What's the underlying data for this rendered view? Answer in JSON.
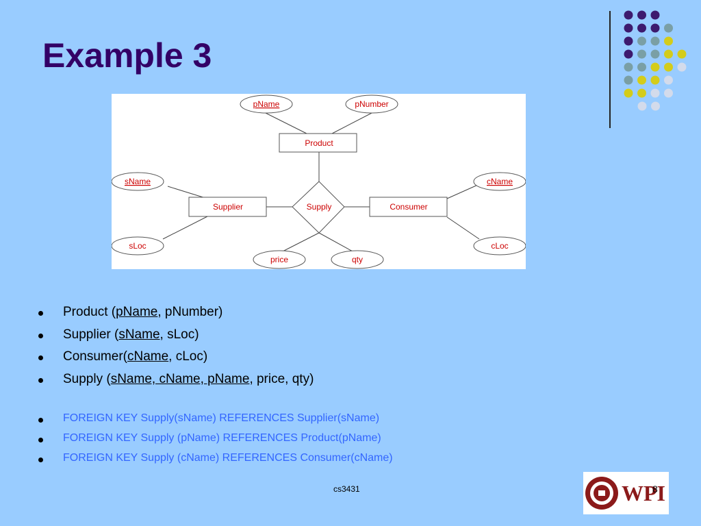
{
  "slide": {
    "title": "Example 3",
    "footer": "cs3431",
    "page_number": "8"
  },
  "diagram": {
    "entities": [
      "Product",
      "Supplier",
      "Consumer"
    ],
    "relationship": "Supply",
    "attributes": {
      "product": [
        "pName",
        "pNumber"
      ],
      "supplier": [
        "sName",
        "sLoc"
      ],
      "consumer": [
        "cName",
        "cLoc"
      ],
      "supply": [
        "price",
        "qty"
      ]
    },
    "key_attributes": [
      "pName",
      "sName",
      "cName"
    ]
  },
  "relations": [
    {
      "prefix": "Product (",
      "key": "pName",
      "suffix": ", pNumber)"
    },
    {
      "prefix": "Supplier (",
      "key": "sName",
      "suffix": ", sLoc)"
    },
    {
      "prefix": "Consumer(",
      "key": "cName",
      "suffix": ", cLoc)"
    },
    {
      "prefix": "Supply (",
      "key": "sName, cName, pName",
      "suffix": ", price, qty)"
    }
  ],
  "foreign_keys": [
    "FOREIGN KEY Supply(sName) REFERENCES Supplier(sName)",
    "FOREIGN KEY Supply (pName) REFERENCES Product(pName)",
    "FOREIGN KEY Supply (cName) REFERENCES Consumer(cName)"
  ],
  "logo": {
    "text": "WPI"
  },
  "colors": {
    "background": "#99ccff",
    "title": "#330066",
    "foreign_key_text": "#3366ff",
    "key_attribute": "#cc0000",
    "dot_purple": "#3d1a6e",
    "dot_teal": "#7a9fa5",
    "dot_yellow": "#d4cc1a",
    "dot_light": "#d3dbeb",
    "logo_red": "#8b1a1a"
  }
}
